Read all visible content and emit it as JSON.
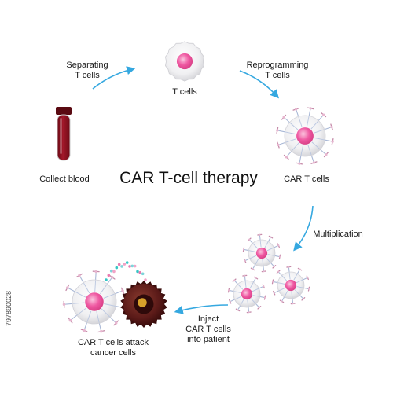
{
  "title": "CAR T-cell therapy",
  "steps": {
    "separating": [
      "Separating",
      "T cells"
    ],
    "t_cells": "T cells",
    "reprogramming": [
      "Reprogramming",
      "T cells"
    ],
    "car_t_cells": "CAR T cells",
    "multiplication": "Multiplication",
    "inject": [
      "Inject",
      "CAR T cells",
      "into patient"
    ],
    "attack": [
      "CAR T cells attack",
      "cancer cells"
    ],
    "collect_blood": "Collect blood"
  },
  "stock_id": "797890028",
  "colors": {
    "arrow": "#35a8e0",
    "cell_membrane": "#e8e8ea",
    "cell_nucleus": "#ef4f9a",
    "receptor": "#c8a0b8",
    "blood": "#8b1020",
    "cancer_cell": "#5a1a18"
  }
}
